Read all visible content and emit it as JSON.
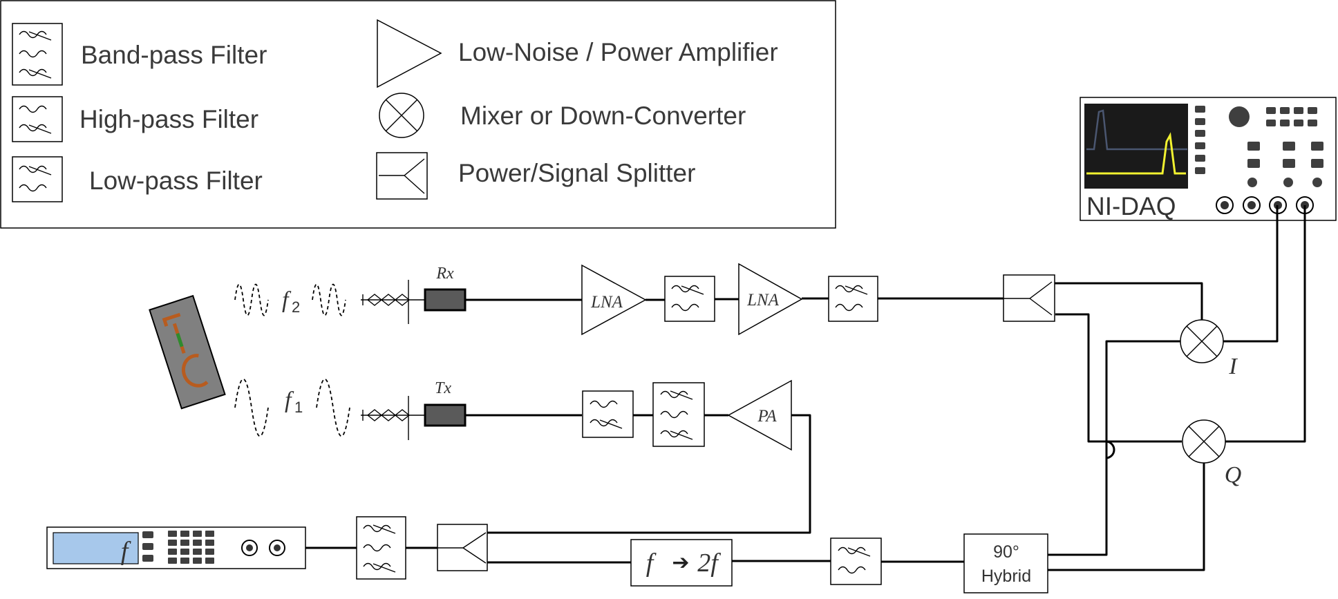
{
  "legend": {
    "band_pass": "Band-pass Filter",
    "high_pass": "High-pass Filter",
    "low_pass": "Low-pass Filter",
    "amplifier": "Low-Noise / Power Amplifier",
    "mixer": "Mixer or Down-Converter",
    "splitter": "Power/Signal Splitter"
  },
  "daq": {
    "label": "NI-DAQ",
    "trace_color": "#f2f230",
    "screen_color": "#1a1a1a"
  },
  "antennas": {
    "rx": "Rx",
    "tx": "Tx"
  },
  "waves": {
    "f2": "f",
    "f2_sub": "2",
    "f1": "f",
    "f1_sub": "1"
  },
  "amps": {
    "lna1": "LNA",
    "lna2": "LNA",
    "pa": "PA"
  },
  "mixers": {
    "i": "I",
    "q": "Q"
  },
  "doubler": {
    "f": "f",
    "arrow": "➔",
    "two_f": "2f"
  },
  "hybrid": {
    "line1": "90°",
    "line2": "Hybrid"
  },
  "generator": {
    "label": "f",
    "screen_color": "#a7c8eb"
  },
  "tag": {
    "color": "#b85c1f",
    "accent": "#2e8b2e",
    "body": "#808080"
  }
}
